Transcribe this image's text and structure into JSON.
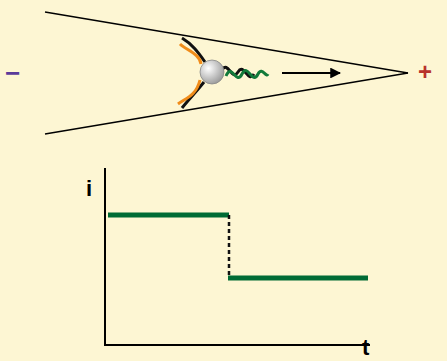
{
  "diagram": {
    "labels": [
      "−",
      "+",
      "i",
      "t"
    ]
  }
}
